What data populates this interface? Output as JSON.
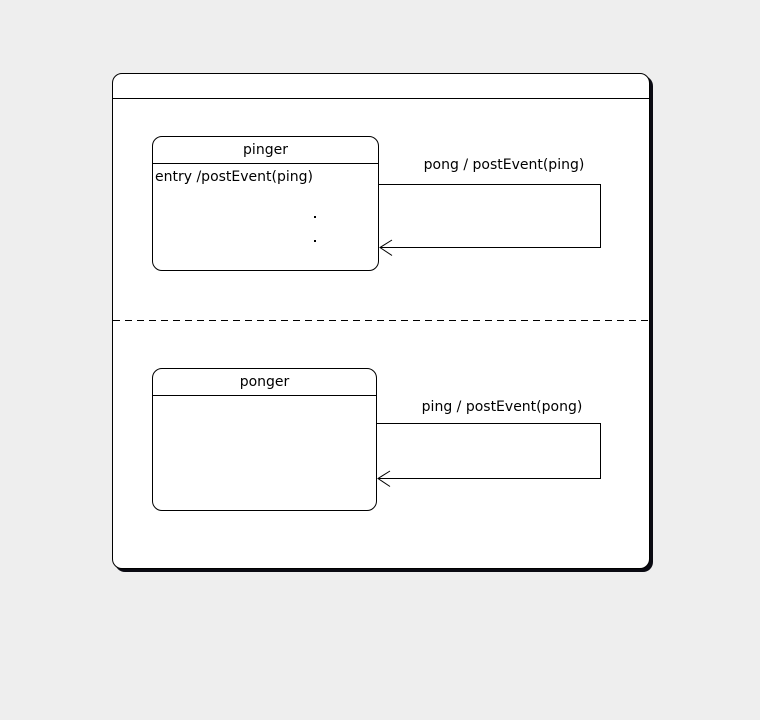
{
  "colors": {
    "background": "#eeeeee",
    "surface": "#ffffff",
    "stroke": "#000000",
    "shadow": "#0a0a12"
  },
  "states": [
    {
      "title": "pinger",
      "body": "entry /postEvent(ping)"
    },
    {
      "title": "ponger",
      "body": ""
    }
  ],
  "transitions": [
    {
      "label": "pong / postEvent(ping)"
    },
    {
      "label": "ping / postEvent(pong)"
    }
  ],
  "icons": {
    "ellipsis": "vertical-ellipsis"
  }
}
